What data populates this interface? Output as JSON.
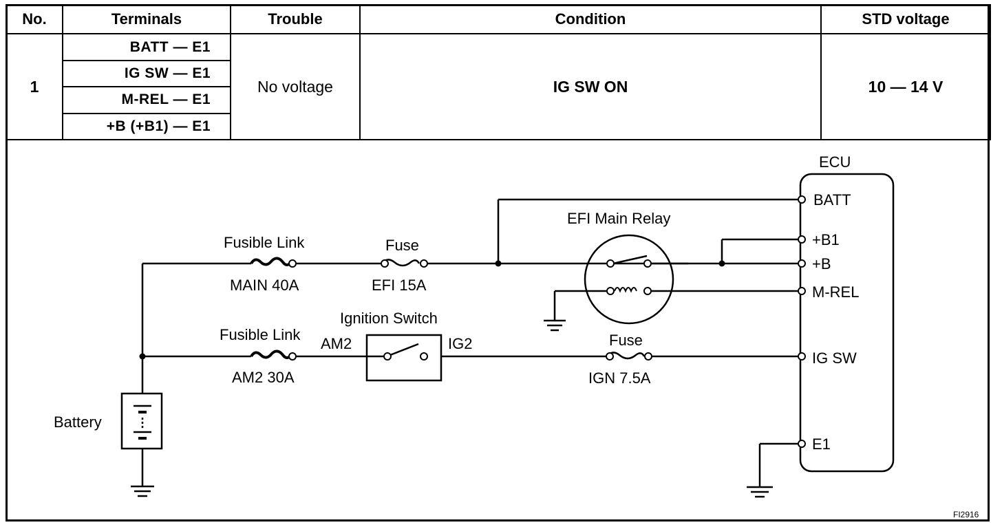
{
  "table": {
    "headers": [
      "No.",
      "Terminals",
      "Trouble",
      "Condition",
      "STD voltage"
    ],
    "row": {
      "no": "1",
      "terminals": [
        "BATT  — E1",
        "IG SW — E1",
        "M-REL  — E1",
        "+B (+B1)  — E1"
      ],
      "trouble": "No voltage",
      "condition": "IG SW ON",
      "std_voltage": "10 — 14 V"
    }
  },
  "diagram": {
    "ecu_title": "ECU",
    "ecu_terminals": {
      "batt": "BATT",
      "b1": "+B1",
      "b": "+B",
      "mrel": "M-REL",
      "igsw": "IG SW",
      "e1": "E1"
    },
    "efi_main_relay": "EFI Main Relay",
    "fusible_link_main": {
      "label": "Fusible Link",
      "rating": "MAIN 40A"
    },
    "fuse_efi": {
      "label": "Fuse",
      "rating": "EFI 15A"
    },
    "fusible_link_am2": {
      "label": "Fusible Link",
      "rating": "AM2 30A"
    },
    "ignition_switch": {
      "label": "Ignition Switch",
      "in": "AM2",
      "out": "IG2"
    },
    "fuse_ign": {
      "label": "Fuse",
      "rating": "IGN 7.5A"
    },
    "battery": "Battery",
    "figure_id": "FI2916"
  }
}
